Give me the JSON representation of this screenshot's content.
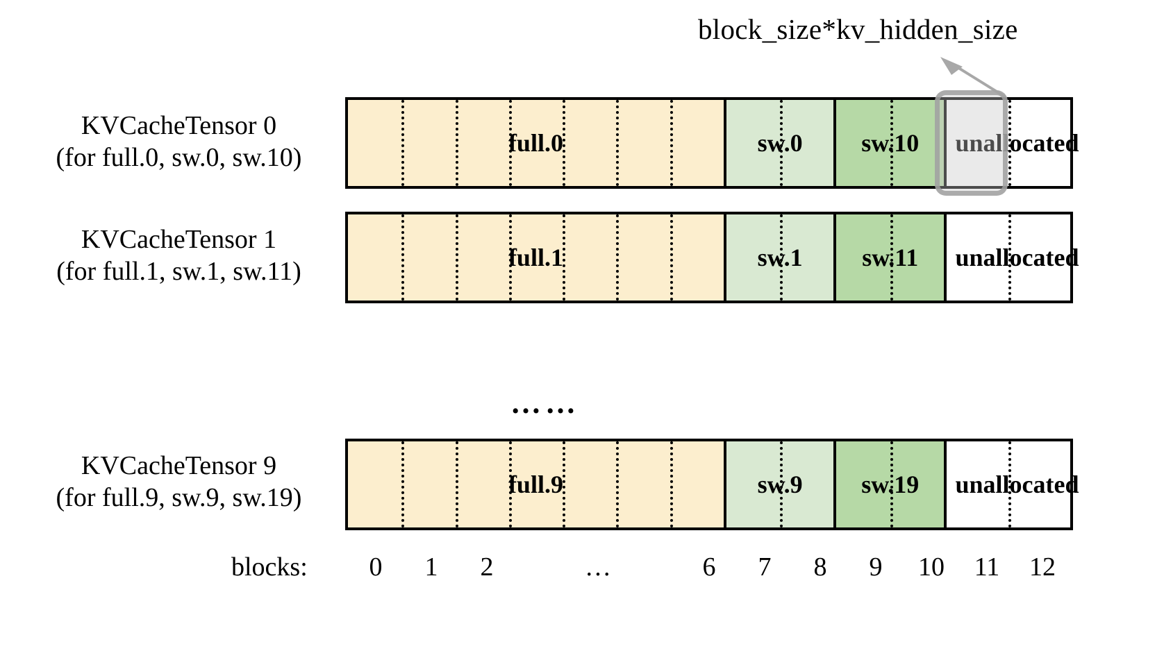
{
  "diagram": {
    "title_annotation": "block_size*kv_hidden_size",
    "ellipsis": "……",
    "axis": {
      "label": "blocks:",
      "ticks": [
        "0",
        "1",
        "2",
        "…",
        "6",
        "7",
        "8",
        "9",
        "10",
        "11",
        "12"
      ]
    },
    "colors": {
      "full_fill": "#FCEECE",
      "sw_light_fill": "#D9E9D2",
      "sw_dark_fill": "#B6D9A6",
      "unallocated_fill": "#FFFFFF",
      "highlight_fill": "#C8C8C8",
      "highlight_border": "#A0A0A0",
      "stroke": "#000000"
    },
    "rows": [
      {
        "label_line1": "KVCacheTensor 0",
        "label_line2": "(for full.0, sw.0, sw.10)",
        "segments": [
          {
            "text": "full.0",
            "kind": "full",
            "blocks": 7
          },
          {
            "text": "sw.0",
            "kind": "sw-light",
            "blocks": 2
          },
          {
            "text": "sw.10",
            "kind": "sw-dark",
            "blocks": 2
          },
          {
            "text": "unallocated",
            "kind": "unallocated",
            "blocks": 2
          }
        ]
      },
      {
        "label_line1": "KVCacheTensor 1",
        "label_line2": "(for full.1, sw.1, sw.11)",
        "segments": [
          {
            "text": "full.1",
            "kind": "full",
            "blocks": 7
          },
          {
            "text": "sw.1",
            "kind": "sw-light",
            "blocks": 2
          },
          {
            "text": "sw.11",
            "kind": "sw-dark",
            "blocks": 2
          },
          {
            "text": "unallocated",
            "kind": "unallocated",
            "blocks": 2
          }
        ]
      },
      {
        "label_line1": "KVCacheTensor 9",
        "label_line2": "(for full.9, sw.9, sw.19)",
        "segments": [
          {
            "text": "full.9",
            "kind": "full",
            "blocks": 7
          },
          {
            "text": "sw.9",
            "kind": "sw-light",
            "blocks": 2
          },
          {
            "text": "sw.19",
            "kind": "sw-dark",
            "blocks": 2
          },
          {
            "text": "unallocated",
            "kind": "unallocated",
            "blocks": 2
          }
        ]
      }
    ]
  }
}
